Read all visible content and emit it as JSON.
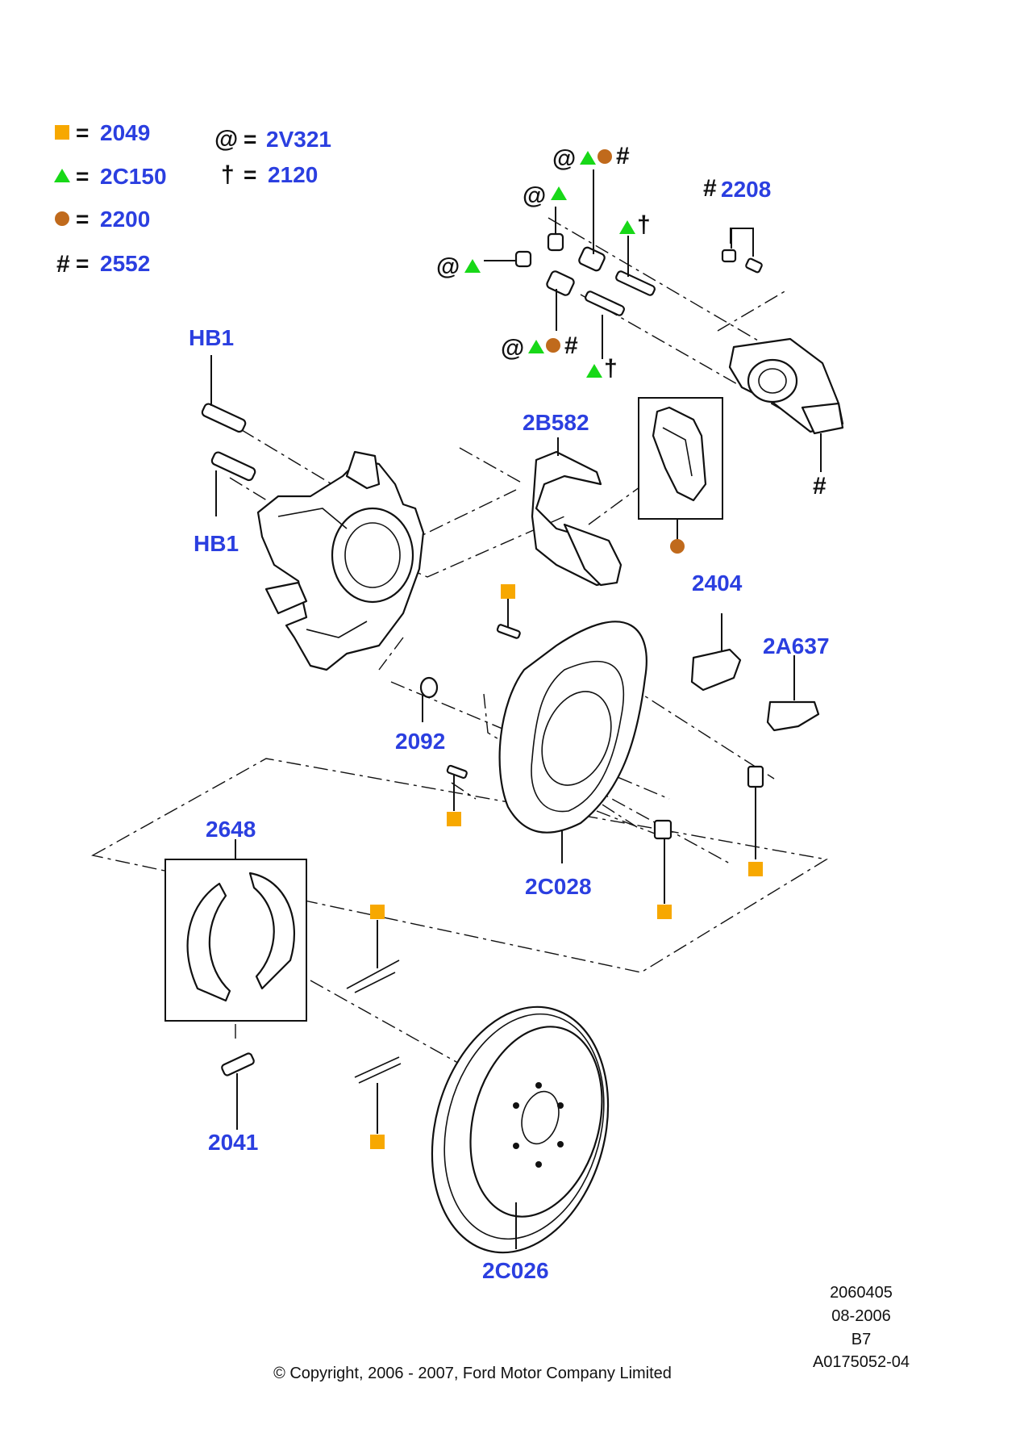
{
  "legend": {
    "square": {
      "eq": "=",
      "code": "2049",
      "color": "#f7a800"
    },
    "triangle": {
      "eq": "=",
      "code": "2C150",
      "color": "#18d818"
    },
    "circle": {
      "eq": "=",
      "code": "2200",
      "color": "#c06a1c"
    },
    "hash": {
      "symbol": "#",
      "eq": "=",
      "code": "2552"
    },
    "at": {
      "symbol": "@",
      "eq": "=",
      "code": "2V321"
    },
    "dagger": {
      "symbol": "†",
      "eq": "=",
      "code": "2120"
    }
  },
  "symbols": {
    "at": "@",
    "hash": "#",
    "dagger": "†"
  },
  "parts": {
    "hb1_top": "HB1",
    "hb1_bottom": "HB1",
    "p2208": "2208",
    "p2b582": "2B582",
    "p2404": "2404",
    "p2a637": "2A637",
    "p2092": "2092",
    "p2648": "2648",
    "p2c028": "2C028",
    "p2041": "2041",
    "p2c026": "2C026"
  },
  "footer": {
    "ref1": "2060405",
    "ref2": "08-2006",
    "ref3": "B7",
    "ref4": "A0175052-04",
    "copyright": "© Copyright, 2006 - 2007, Ford Motor Company Limited"
  }
}
